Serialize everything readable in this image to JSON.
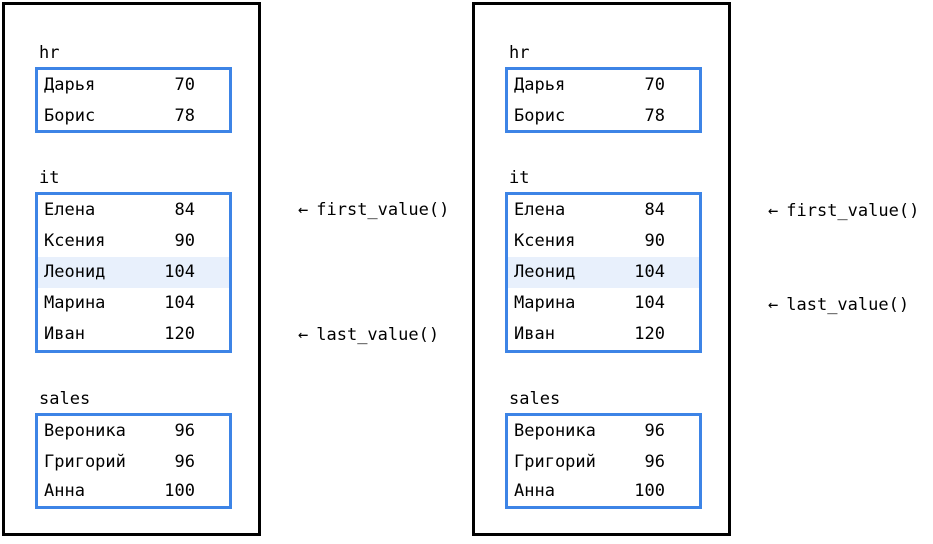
{
  "arrow_glyph": "←",
  "panels": [
    {
      "groups": [
        {
          "label": "hr",
          "rows": [
            {
              "name": "Дарья",
              "salary": "70"
            },
            {
              "name": "Борис",
              "salary": "78"
            }
          ]
        },
        {
          "label": "it",
          "rows": [
            {
              "name": "Елена",
              "salary": "84"
            },
            {
              "name": "Ксения",
              "salary": "90"
            },
            {
              "name": "Леонид",
              "salary": "104",
              "highlighted": true
            },
            {
              "name": "Марина",
              "salary": "104"
            },
            {
              "name": "Иван",
              "salary": "120"
            }
          ]
        },
        {
          "label": "sales",
          "rows": [
            {
              "name": "Вероника",
              "salary": "96"
            },
            {
              "name": "Григорий",
              "salary": "96"
            },
            {
              "name": "Анна",
              "salary": "100"
            }
          ]
        }
      ],
      "annotations": [
        {
          "text": "first_value()",
          "points_to": "Елена"
        },
        {
          "text": "last_value()",
          "points_to": "Иван"
        }
      ]
    },
    {
      "groups": [
        {
          "label": "hr",
          "rows": [
            {
              "name": "Дарья",
              "salary": "70"
            },
            {
              "name": "Борис",
              "salary": "78"
            }
          ]
        },
        {
          "label": "it",
          "rows": [
            {
              "name": "Елена",
              "salary": "84"
            },
            {
              "name": "Ксения",
              "salary": "90"
            },
            {
              "name": "Леонид",
              "salary": "104",
              "highlighted": true
            },
            {
              "name": "Марина",
              "salary": "104"
            },
            {
              "name": "Иван",
              "salary": "120"
            }
          ]
        },
        {
          "label": "sales",
          "rows": [
            {
              "name": "Вероника",
              "salary": "96"
            },
            {
              "name": "Григорий",
              "salary": "96"
            },
            {
              "name": "Анна",
              "salary": "100"
            }
          ]
        }
      ],
      "annotations": [
        {
          "text": "first_value()",
          "points_to": "Елена"
        },
        {
          "text": "last_value()",
          "points_to": "Марина"
        }
      ]
    }
  ]
}
